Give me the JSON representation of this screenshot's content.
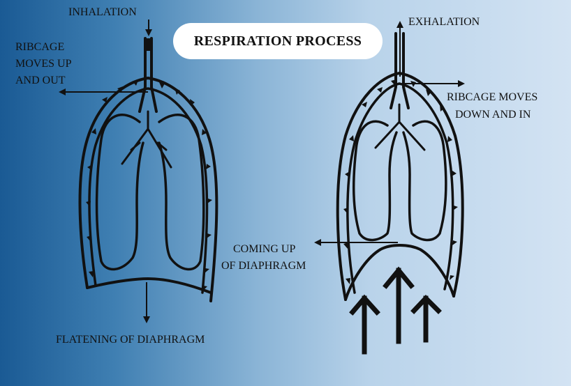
{
  "title": "RESPIRATION PROCESS",
  "colors": {
    "background_left": "#1a5a94",
    "background_right": "#d3e3f3",
    "title_box": "#ffffff",
    "ink": "#111111"
  },
  "left_figure": {
    "labels": {
      "inhalation": "INHALATION",
      "ribcage_line1": "RIBCAGE",
      "ribcage_line2": "MOVES UP",
      "ribcage_line3": "AND  OUT",
      "diaphragm": "FLATENING OF DIAPHRAGM"
    }
  },
  "right_figure": {
    "labels": {
      "exhalation": "EXHALATION",
      "ribcage_line1": "RIBCAGE MOVES",
      "ribcage_line2": "DOWN AND IN",
      "diaphragm_line1": "COMING UP",
      "diaphragm_line2": "OF DIAPHRAGM"
    }
  }
}
